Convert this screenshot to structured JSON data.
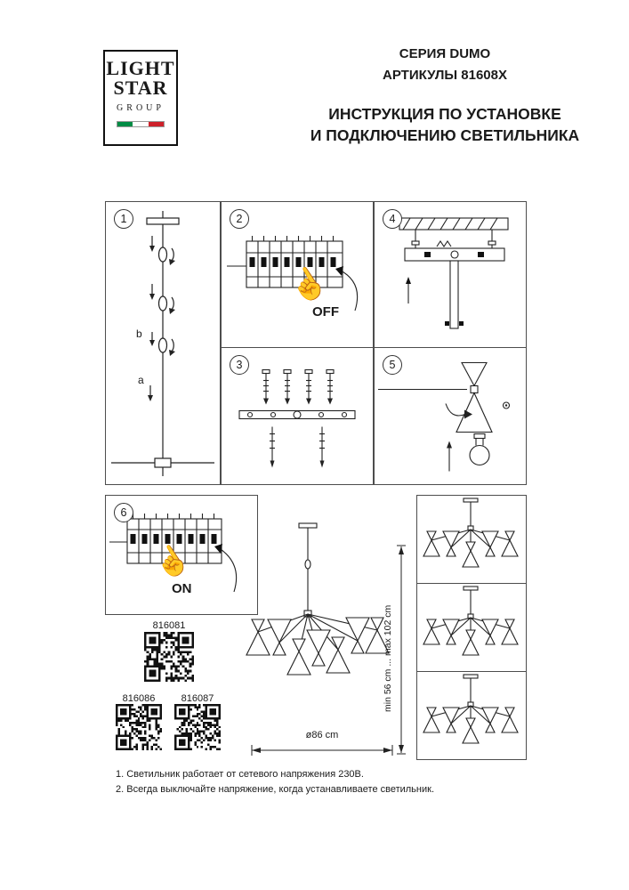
{
  "logo": {
    "line1": "LIGHT",
    "line2": "STAR",
    "line3": "GROUP",
    "flag_green": "#008C45",
    "flag_white": "#FFFFFF",
    "flag_red": "#CD212A"
  },
  "header": {
    "series": "СЕРИЯ DUMO",
    "articles": "АРТИКУЛЫ 81608X",
    "title_line1": "ИНСТРУКЦИЯ ПО УСТАНОВКЕ",
    "title_line2": "И ПОДКЛЮЧЕНИЮ СВЕТИЛЬНИКА"
  },
  "steps": [
    {
      "number": "1"
    },
    {
      "number": "2",
      "label": "OFF"
    },
    {
      "number": "3"
    },
    {
      "number": "4"
    },
    {
      "number": "5"
    },
    {
      "number": "6",
      "label": "ON"
    }
  ],
  "step1_labels": {
    "a": "a",
    "b": "b"
  },
  "icons": {
    "pointing_hand": "☝"
  },
  "articles_qr": [
    {
      "code": "816081"
    },
    {
      "code": "816086"
    },
    {
      "code": "816087"
    }
  ],
  "dimensions": {
    "height_range": "min 56 cm ... max 102 cm",
    "diameter": "ø86 cm"
  },
  "notes": [
    "1. Светильник работает от сетевого напряжения 230В.",
    "2. Всегда выключайте напряжение, когда устанавливаете светильник."
  ]
}
